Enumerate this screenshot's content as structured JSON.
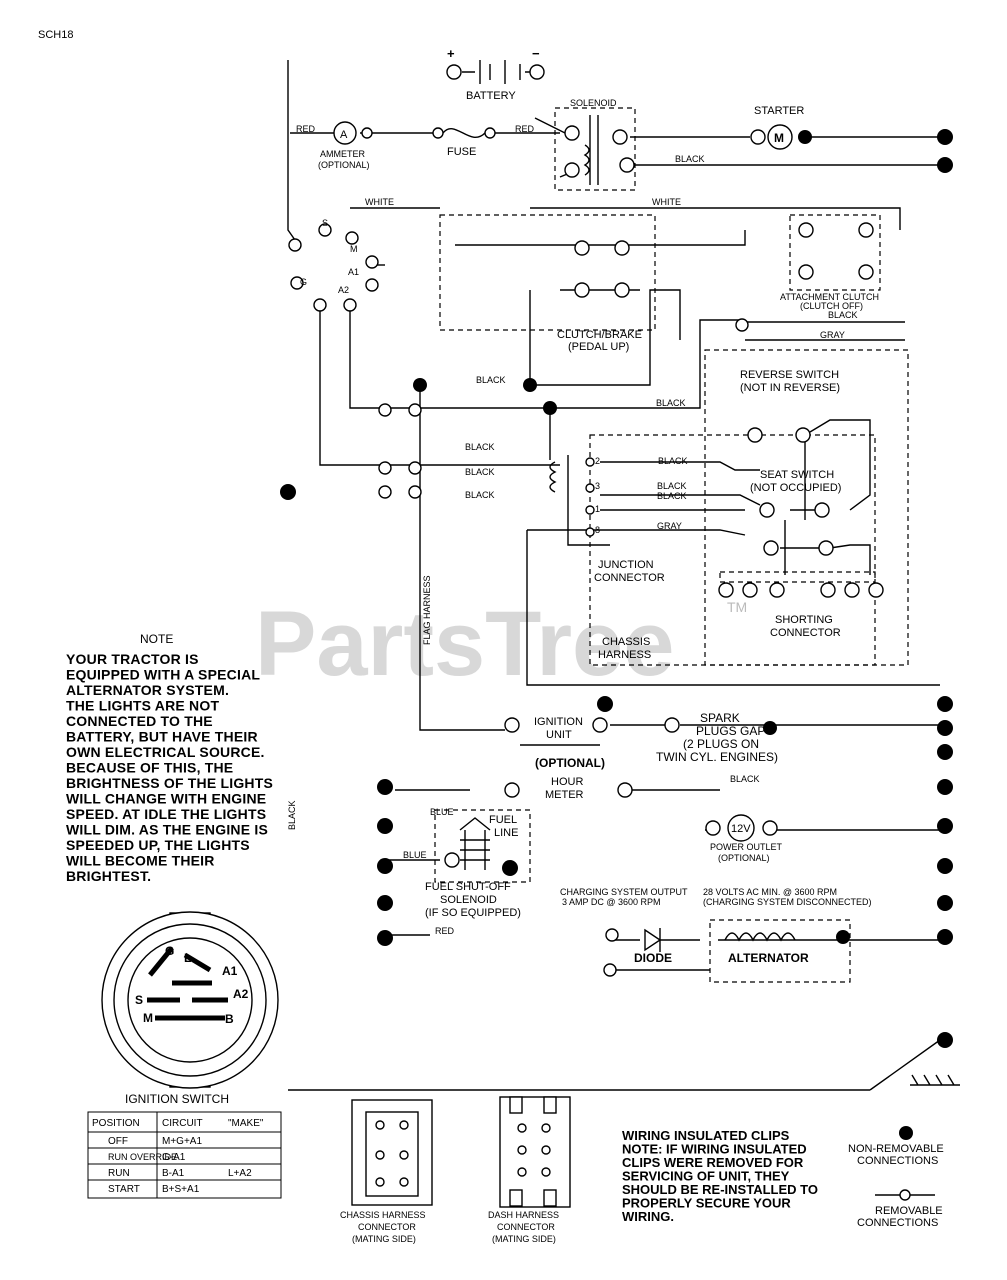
{
  "page_code": "SCH18",
  "watermark": "PartsTree",
  "trademark": "TM",
  "components": {
    "battery": {
      "label": "BATTERY",
      "plus": "+",
      "minus": "−"
    },
    "solenoid": {
      "label": "SOLENOID"
    },
    "starter": {
      "label": "STARTER",
      "symbol": "M"
    },
    "ammeter": {
      "line1": "AMMETER",
      "line2": "(OPTIONAL)",
      "symbol": "A"
    },
    "fuse": {
      "label": "FUSE"
    },
    "attachment_clutch": {
      "line1": "ATTACHMENT CLUTCH",
      "line2": "(CLUTCH OFF)"
    },
    "clutch_brake": {
      "line1": "CLUTCH/BRAKE",
      "line2": "(PEDAL UP)"
    },
    "reverse_switch": {
      "line1": "REVERSE SWITCH",
      "line2": "(NOT IN REVERSE)"
    },
    "seat_switch": {
      "line1": "SEAT SWITCH",
      "line2": "(NOT OCCUPIED)"
    },
    "junction_connector": {
      "line1": "JUNCTION",
      "line2": "CONNECTOR"
    },
    "shorting_connector": {
      "line1": "SHORTING",
      "line2": "CONNECTOR"
    },
    "chassis_harness": {
      "line1": "CHASSIS",
      "line2": "HARNESS"
    },
    "ignition_unit": {
      "line1": "IGNITION",
      "line2": "UNIT"
    },
    "spark_plugs": {
      "line1": "SPARK",
      "line2": "PLUGS GAP",
      "line3": "(2 PLUGS ON",
      "line4": "TWIN CYL. ENGINES)"
    },
    "hour_meter": {
      "opt": "(OPTIONAL)",
      "line1": "HOUR",
      "line2": "METER"
    },
    "fuel_solenoid": {
      "line1": "FUEL SHUT-OFF",
      "line2": "SOLENOID",
      "line3": "(IF SO EQUIPPED)",
      "fuel": "FUEL",
      "line": "LINE"
    },
    "power_outlet": {
      "symbol": "12V",
      "line1": "POWER OUTLET",
      "line2": "(OPTIONAL)"
    },
    "charging_left": {
      "line1": "CHARGING SYSTEM OUTPUT",
      "line2": "3 AMP DC @ 3600 RPM"
    },
    "charging_right": {
      "line1": "28 VOLTS AC MIN. @ 3600 RPM",
      "line2": "(CHARGING SYSTEM DISCONNECTED)"
    },
    "diode": {
      "label": "DIODE"
    },
    "alternator": {
      "label": "ALTERNATOR"
    }
  },
  "ignition_switch_terminals": {
    "s": "S",
    "g": "G",
    "m": "M",
    "l": "L",
    "a1": "A1",
    "a2": "A2",
    "b": "B"
  },
  "wire_labels": {
    "red": "RED",
    "white": "WHITE",
    "black": "BLACK",
    "gray": "GRAY",
    "blue": "BLUE",
    "harness": "FLAG HARNESS"
  },
  "pin_numbers": [
    "2",
    "3",
    "1",
    "8"
  ],
  "note": {
    "title": "NOTE",
    "lines": [
      "YOUR TRACTOR IS",
      "EQUIPPED WITH A SPECIAL",
      "ALTERNATOR SYSTEM.",
      "THE LIGHTS ARE NOT",
      "CONNECTED TO THE",
      "BATTERY, BUT HAVE THEIR",
      "OWN ELECTRICAL SOURCE.",
      "BECAUSE OF THIS, THE",
      "BRIGHTNESS OF THE LIGHTS",
      "WILL CHANGE WITH ENGINE",
      "SPEED.  AT IDLE THE LIGHTS",
      "WILL DIM.  AS THE ENGINE IS",
      "SPEEDED UP, THE LIGHTS",
      "WILL BECOME THEIR",
      "BRIGHTEST."
    ]
  },
  "ignition_switch": {
    "title": "IGNITION SWITCH",
    "columns": [
      "POSITION",
      "CIRCUIT",
      "\"MAKE\""
    ],
    "rows": [
      [
        "OFF",
        "M+G+A1",
        ""
      ],
      [
        "RUN OVERRIDE",
        "G-A1",
        ""
      ],
      [
        "RUN",
        "B-A1",
        "L+A2"
      ],
      [
        "START",
        "B+S+A1",
        ""
      ]
    ]
  },
  "connectors": {
    "chassis": {
      "line1": "CHASSIS HARNESS",
      "line2": "CONNECTOR",
      "line3": "(MATING SIDE)"
    },
    "dash": {
      "line1": "DASH HARNESS",
      "line2": "CONNECTOR",
      "line3": "(MATING SIDE)"
    }
  },
  "clips_note": [
    "WIRING INSULATED CLIPS",
    "NOTE: IF WIRING INSULATED",
    "CLIPS WERE REMOVED FOR",
    "SERVICING OF UNIT, THEY",
    "SHOULD BE RE-INSTALLED TO",
    "PROPERLY SECURE YOUR",
    "WIRING."
  ],
  "legend": {
    "non_removable": [
      "NON-REMOVABLE",
      "CONNECTIONS"
    ],
    "removable": [
      "REMOVABLE",
      "CONNECTIONS"
    ]
  }
}
